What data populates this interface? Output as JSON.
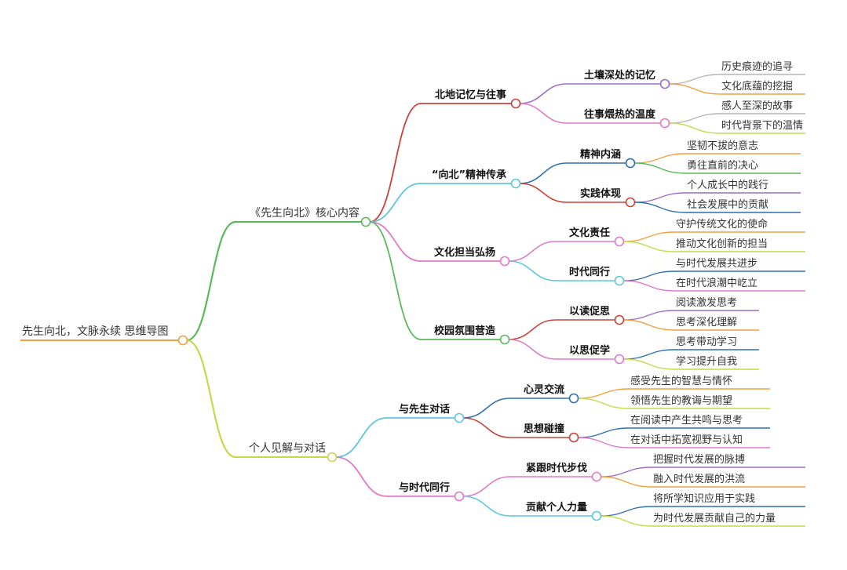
{
  "title": "先生向北，文脉永续 思维导图",
  "colors": {
    "orange": "#f0a040",
    "green": "#5cb85c",
    "yellowgreen": "#c8d84a",
    "red": "#c9423a",
    "cyan": "#5bc8dc",
    "pink": "#e07ac8",
    "purple": "#9b6cc8",
    "blue": "#2f6fb0",
    "gray": "#b5b5b5"
  },
  "branches": [
    {
      "label": "《先生向北》核心内容",
      "children": [
        {
          "label": "北地记忆与往事",
          "children": [
            {
              "label": "土壤深处的记忆",
              "children": [
                "历史痕迹的追寻",
                "文化底蕴的挖掘"
              ]
            },
            {
              "label": "往事煨热的温度",
              "children": [
                "感人至深的故事",
                "时代背景下的温情"
              ]
            }
          ]
        },
        {
          "label": "“向北”精神传承",
          "children": [
            {
              "label": "精神内涵",
              "children": [
                "坚韧不拔的意志",
                "勇往直前的决心"
              ]
            },
            {
              "label": "实践体现",
              "children": [
                "个人成长中的践行",
                "社会发展中的贡献"
              ]
            }
          ]
        },
        {
          "label": "文化担当弘扬",
          "children": [
            {
              "label": "文化责任",
              "children": [
                "守护传统文化的使命",
                "推动文化创新的担当"
              ]
            },
            {
              "label": "时代同行",
              "children": [
                "与时代发展共进步",
                "在时代浪潮中屹立"
              ]
            }
          ]
        },
        {
          "label": "校园氛围营造",
          "children": [
            {
              "label": "以读促思",
              "children": [
                "阅读激发思考",
                "思考深化理解"
              ]
            },
            {
              "label": "以思促学",
              "children": [
                "思考带动学习",
                "学习提升自我"
              ]
            }
          ]
        }
      ]
    },
    {
      "label": "个人见解与对话",
      "children": [
        {
          "label": "与先生对话",
          "children": [
            {
              "label": "心灵交流",
              "children": [
                "感受先生的智慧与情怀",
                "领悟先生的教诲与期望"
              ]
            },
            {
              "label": "思想碰撞",
              "children": [
                "在阅读中产生共鸣与思考",
                "在对话中拓宽视野与认知"
              ]
            }
          ]
        },
        {
          "label": "与时代同行",
          "children": [
            {
              "label": "紧跟时代步伐",
              "children": [
                "把握时代发展的脉搏",
                "融入时代发展的洪流"
              ]
            },
            {
              "label": "贡献个人力量",
              "children": [
                "将所学知识应用于实践",
                "为时代发展贡献自己的力量"
              ]
            }
          ]
        }
      ]
    }
  ]
}
